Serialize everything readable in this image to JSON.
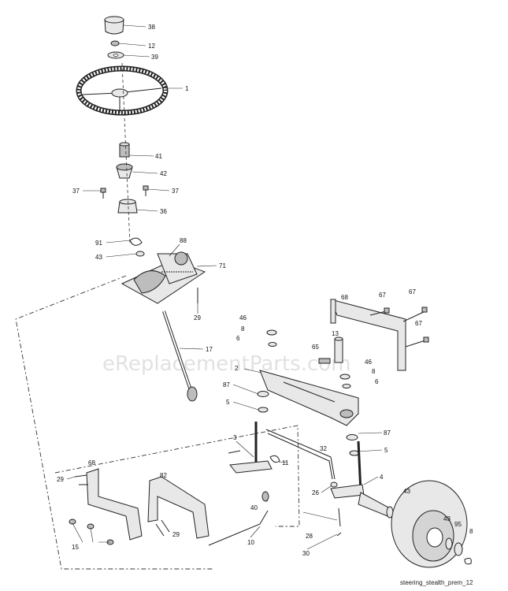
{
  "watermark": "eReplacementParts.com",
  "caption": "steering_stealth_prem_12",
  "callouts": [
    "38",
    "12",
    "39",
    "1",
    "41",
    "42",
    "37",
    "37",
    "36",
    "91",
    "88",
    "43",
    "71",
    "29",
    "17",
    "68",
    "67",
    "67",
    "67",
    "46",
    "8",
    "6",
    "13",
    "65",
    "2",
    "46",
    "8",
    "6",
    "87",
    "5",
    "87",
    "5",
    "3",
    "11",
    "32",
    "4",
    "43",
    "68",
    "82",
    "29",
    "40",
    "26",
    "28",
    "10",
    "30",
    "15",
    "29",
    "43",
    "95",
    "8"
  ]
}
